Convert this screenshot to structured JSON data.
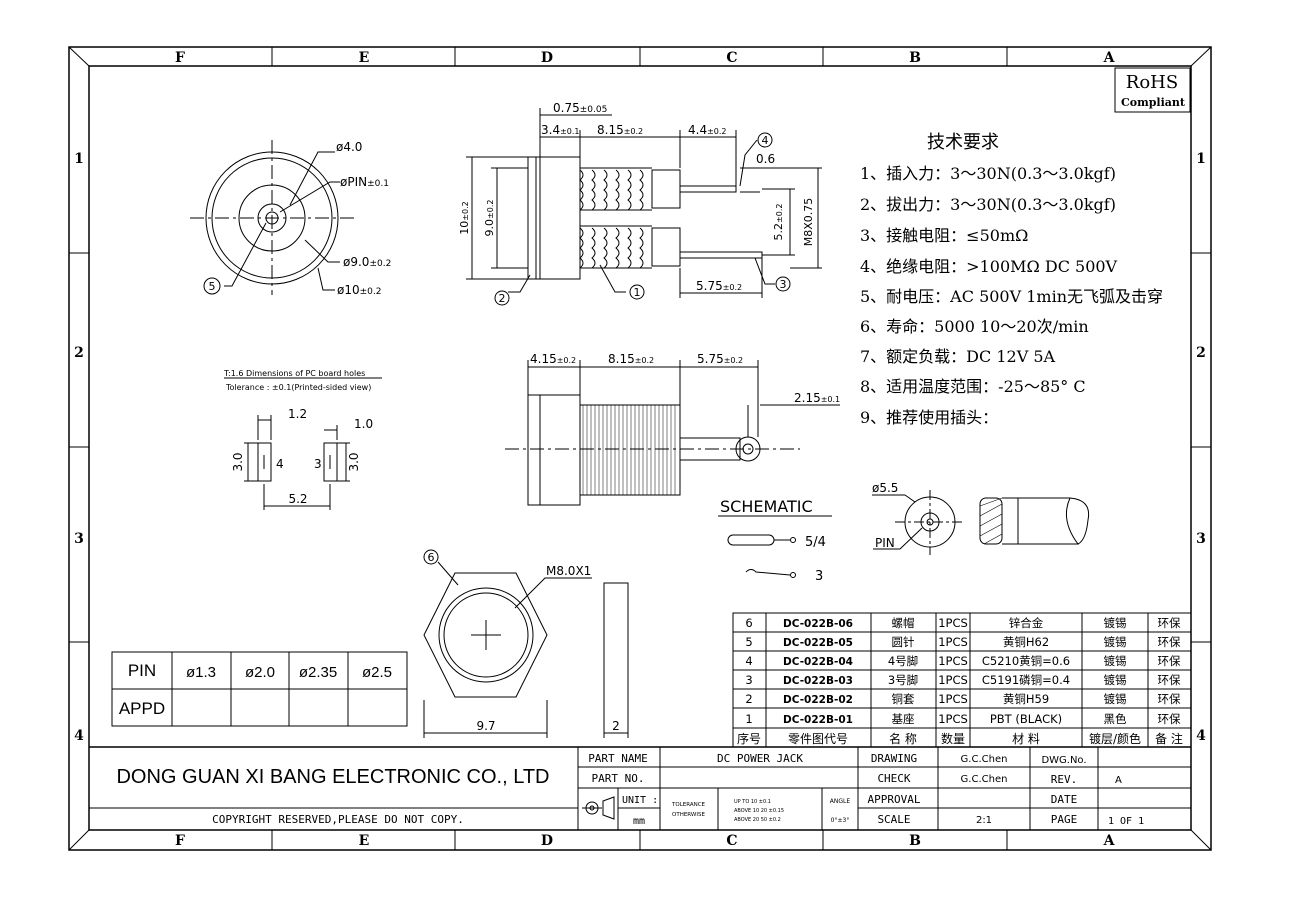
{
  "border": {
    "columns": [
      "F",
      "E",
      "D",
      "C",
      "B",
      "A"
    ],
    "rows": [
      "1",
      "2",
      "3",
      "4"
    ]
  },
  "rohs": {
    "line1": "RoHS",
    "line2": "Compliant"
  },
  "spec": {
    "title": "技术要求",
    "items": [
      "1、插入力：3～30N(0.3～3.0kgf)",
      "2、拔出力：3～30N(0.3～3.0kgf)",
      "3、接触电阻：≤50mΩ",
      "4、绝缘电阻：>100MΩ  DC  500V",
      "5、耐电压：AC  500V  1min无飞弧及击穿",
      "6、寿命：5000 10～20次/min",
      "7、额定负载：DC  12V  5A",
      "8、适用温度范围：-25～85° C",
      "9、推荐使用插头："
    ]
  },
  "front_view": {
    "d1": "ø4.0",
    "d2": "øPIN",
    "d2_tol": "±0.1",
    "d3": "ø9.0",
    "d3_tol": "±0.2",
    "d4": "ø10",
    "d4_tol": "±0.2",
    "balloon": "5"
  },
  "side_view": {
    "top_dim": "0.75",
    "top_tol": "±0.05",
    "d_a": "3.4",
    "d_a_tol": "±0.1",
    "d_b": "8.15",
    "d_b_tol": "±0.2",
    "d_c": "4.4",
    "d_c_tol": "±0.2",
    "d_pin": "0.6",
    "h1": "10",
    "h1_tol": "±0.2",
    "h2": "9.0",
    "h2_tol": "±0.2",
    "h3": "5.2",
    "h3_tol": "±0.2",
    "thread": "M8X0.75",
    "bottom_dim": "5.75",
    "bottom_tol": "±0.2",
    "balloons": [
      "4",
      "2",
      "1",
      "3"
    ]
  },
  "pcb": {
    "title": "T:1.6 Dimensions of PC board holes",
    "tolerance": "Tolerance : ±0.1(Printed-sided view)",
    "w1": "1.2",
    "w2": "1.0",
    "h": "3.0",
    "spacing": "5.2",
    "pad_left": "4",
    "pad_right": "3"
  },
  "bottom_view": {
    "d1": "4.15",
    "d1_tol": "±0.2",
    "d2": "8.15",
    "d2_tol": "±0.2",
    "d3": "5.75",
    "d3_tol": "±0.2",
    "d4": "2.15",
    "d4_tol": "±0.1"
  },
  "schematic": {
    "title": "SCHEMATIC",
    "pin54": "5/4",
    "pin3": "3"
  },
  "plug": {
    "dia": "ø5.5",
    "pin": "PIN"
  },
  "nut": {
    "balloon": "6",
    "thread": "M8.0X1",
    "width": "9.7",
    "thickness": "2"
  },
  "pin_table": {
    "headers": [
      "PIN",
      "ø1.3",
      "ø2.0",
      "ø2.35",
      "ø2.5"
    ],
    "row_label": "APPD"
  },
  "bom": {
    "rows": [
      [
        "6",
        "DC-022B-06",
        "螺帽",
        "1PCS",
        "锌合金",
        "镀锡",
        "环保"
      ],
      [
        "5",
        "DC-022B-05",
        "圆针",
        "1PCS",
        "黄铜H62",
        "镀锡",
        "环保"
      ],
      [
        "4",
        "DC-022B-04",
        "4号脚",
        "1PCS",
        "C5210黄铜=0.6",
        "镀锡",
        "环保"
      ],
      [
        "3",
        "DC-022B-03",
        "3号脚",
        "1PCS",
        "C5191磷铜=0.4",
        "镀锡",
        "环保"
      ],
      [
        "2",
        "DC-022B-02",
        "铜套",
        "1PCS",
        "黄铜H59",
        "镀锡",
        "环保"
      ],
      [
        "1",
        "DC-022B-01",
        "基座",
        "1PCS",
        "PBT (BLACK)",
        "黑色",
        "环保"
      ]
    ],
    "header": [
      "序号",
      "零件图代号",
      "名 称",
      "数量",
      "材  料",
      "镀层/颜色",
      "备 注"
    ]
  },
  "title_block": {
    "company": "DONG GUAN XI BANG ELECTRONIC CO., LTD",
    "copyright": "COPYRIGHT RESERVED,PLEASE DO NOT COPY.",
    "part_name_label": "PART NAME",
    "part_name": "DC POWER JACK",
    "part_no_label": "PART NO.",
    "unit_label": "UNIT :",
    "unit": "mm",
    "tol1": "TOLERANCE",
    "tol2": "OTHERWISE",
    "tolr1": "UP TO 10    ±0.1",
    "tolr2": "ABOVE 10   20  ±0.15",
    "tolr3": "ABOVE 20   50  ±0.2",
    "angle_label": "ANGLE",
    "angle": "0°±3°",
    "drawing": "DRAWING",
    "drawing_by": "G.C.Chen",
    "check": "CHECK",
    "check_by": "G.C.Chen",
    "approval": "APPROVAL",
    "scale_label": "SCALE",
    "scale": "2:1",
    "dwg_label": "DWG.No.",
    "rev_label": "REV.",
    "rev": "A",
    "date_label": "DATE",
    "page_label": "PAGE",
    "page": "1 OF 1"
  }
}
